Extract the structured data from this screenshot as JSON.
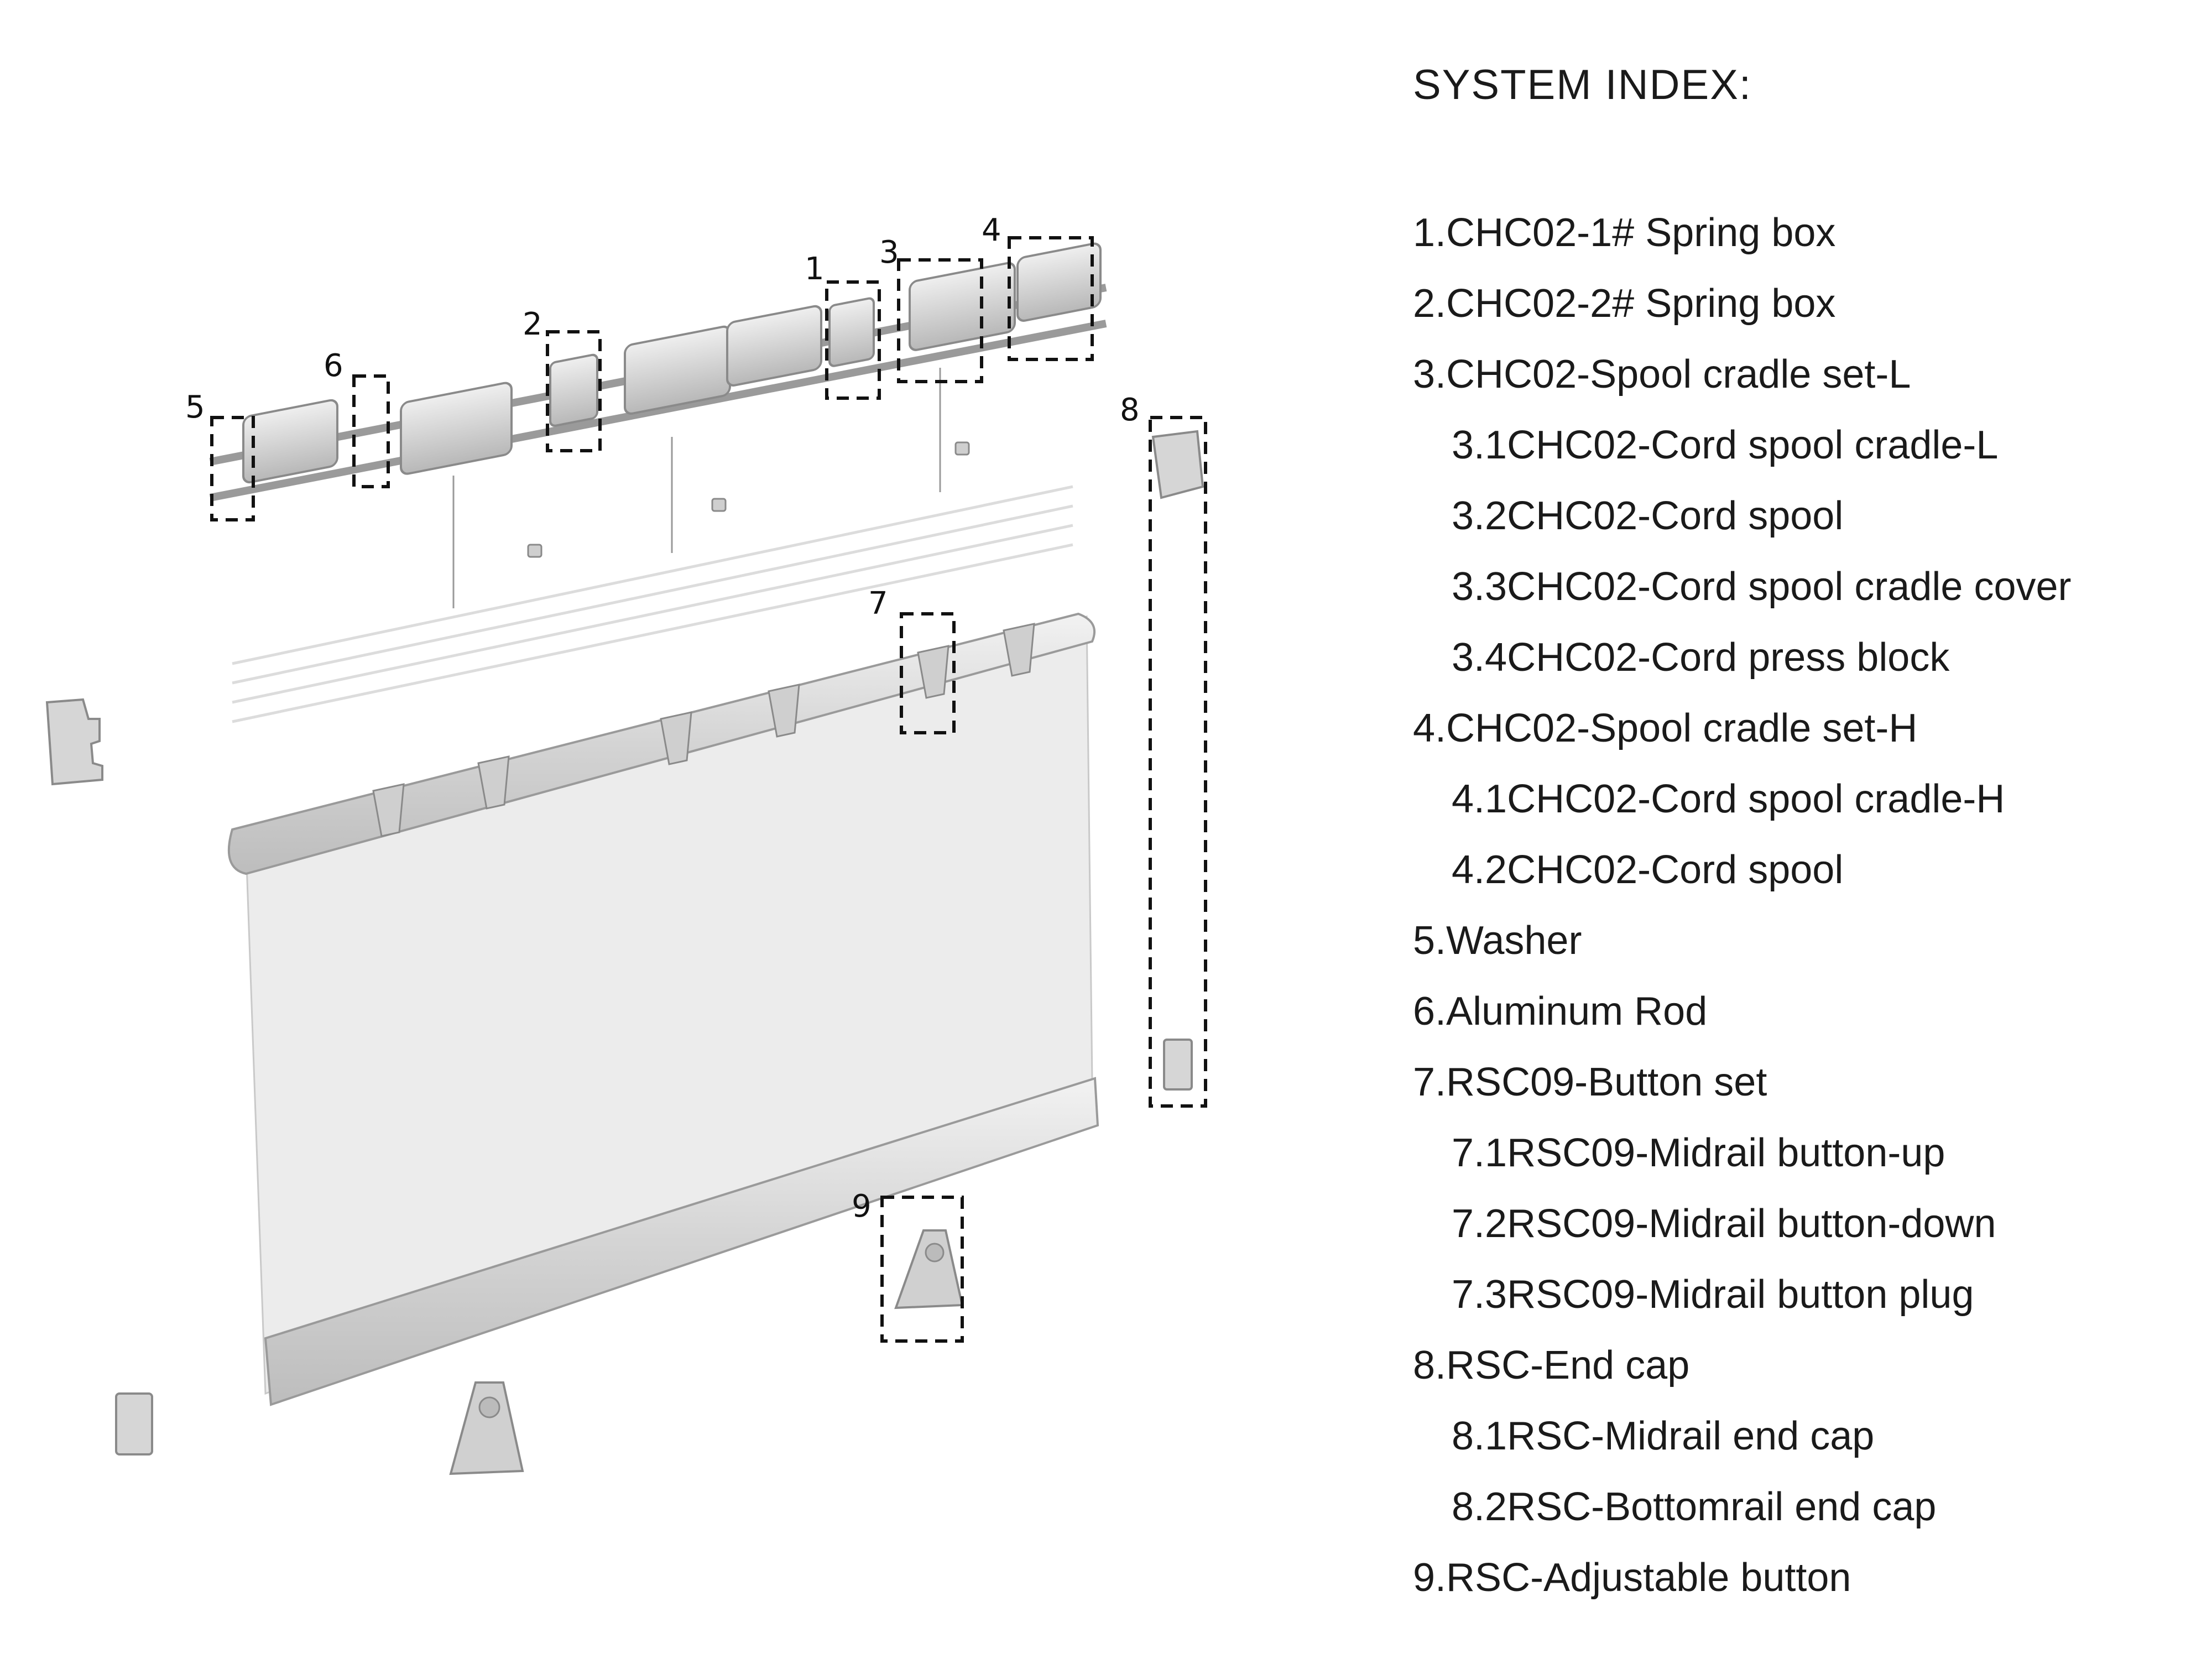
{
  "index": {
    "title": "SYSTEM INDEX:",
    "items": [
      {
        "text": "1.CHC02-1# Spring box",
        "level": 0
      },
      {
        "text": "2.CHC02-2# Spring box",
        "level": 0
      },
      {
        "text": "3.CHC02-Spool cradle set-L",
        "level": 0
      },
      {
        "text": "3.1CHC02-Cord spool cradle-L",
        "level": 1
      },
      {
        "text": "3.2CHC02-Cord spool",
        "level": 1
      },
      {
        "text": "3.3CHC02-Cord spool cradle cover",
        "level": 1
      },
      {
        "text": "3.4CHC02-Cord press block",
        "level": 1
      },
      {
        "text": "4.CHC02-Spool cradle set-H",
        "level": 0
      },
      {
        "text": "4.1CHC02-Cord spool cradle-H",
        "level": 1
      },
      {
        "text": "4.2CHC02-Cord spool",
        "level": 1
      },
      {
        "text": "5.Washer",
        "level": 0
      },
      {
        "text": "6.Aluminum Rod",
        "level": 0
      },
      {
        "text": "7.RSC09-Button set",
        "level": 0
      },
      {
        "text": "7.1RSC09-Midrail button-up",
        "level": 1
      },
      {
        "text": "7.2RSC09-Midrail button-down",
        "level": 1
      },
      {
        "text": "7.3RSC09-Midrail button plug",
        "level": 1
      },
      {
        "text": "8.RSC-End cap",
        "level": 0
      },
      {
        "text": "8.1RSC-Midrail end cap",
        "level": 1
      },
      {
        "text": "8.2RSC-Bottomrail end cap",
        "level": 1
      },
      {
        "text": "9.RSC-Adjustable button",
        "level": 0
      }
    ]
  },
  "callouts": [
    "1",
    "2",
    "3",
    "4",
    "5",
    "6",
    "7",
    "8",
    "9"
  ],
  "colors": {
    "part_fill": "#d9d9d9",
    "part_stroke": "#8a8a8a",
    "fabric": "#ececec",
    "ink": "#111111"
  }
}
